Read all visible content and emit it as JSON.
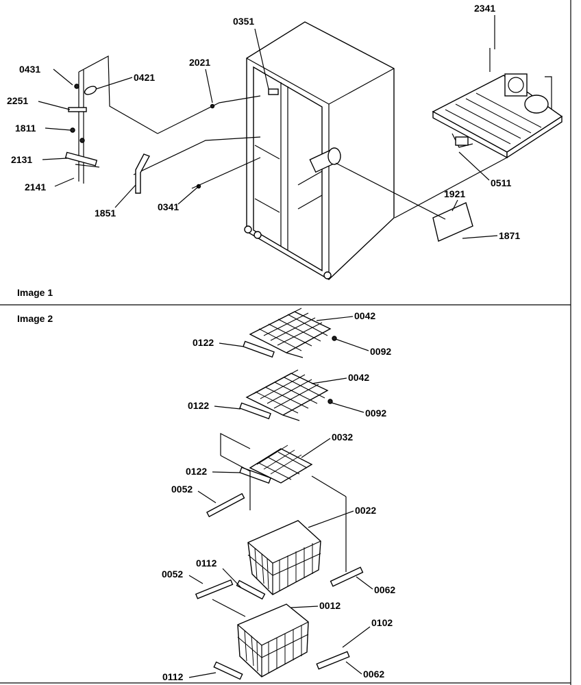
{
  "panels": [
    {
      "id": "image1",
      "title": "Image 1"
    },
    {
      "id": "image2",
      "title": "Image 2"
    }
  ],
  "callouts_image1": {
    "c0431": "0431",
    "c0421": "0421",
    "c2251": "2251",
    "c1811": "1811",
    "c2131": "2131",
    "c2141": "2141",
    "c2021": "2021",
    "c1851": "1851",
    "c0341": "0341",
    "c0351": "0351",
    "c2341": "2341",
    "c0511": "0511",
    "c1921": "1921",
    "c1871": "1871"
  },
  "callouts_image2": {
    "c0042a": "0042",
    "c0092a": "0092",
    "c0122a": "0122",
    "c0042b": "0042",
    "c0092b": "0092",
    "c0122b": "0122",
    "c0032": "0032",
    "c0122c": "0122",
    "c0052a": "0052",
    "c0022": "0022",
    "c0112a": "0112",
    "c0052b": "0052",
    "c0062a": "0062",
    "c0012": "0012",
    "c0102": "0102",
    "c0112b": "0112",
    "c0062b": "0062"
  }
}
